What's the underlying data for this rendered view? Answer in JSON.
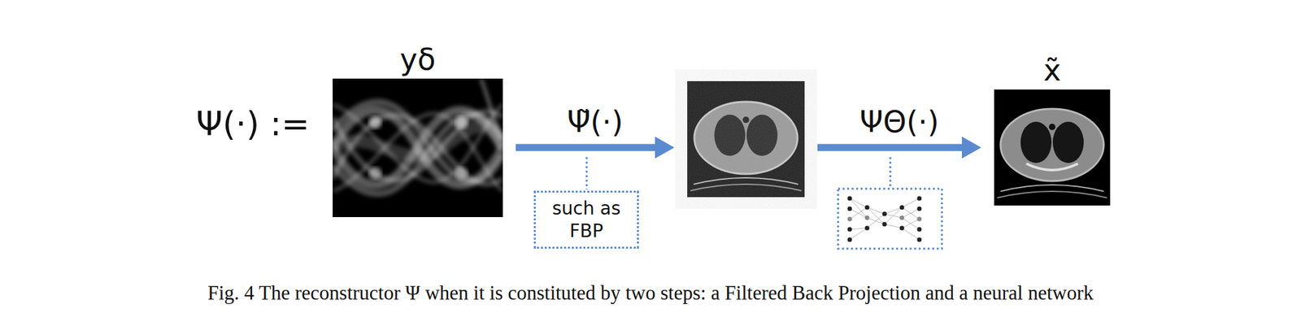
{
  "diagram": {
    "caption": "Fig. 4 The reconstructor Ψ when it is constituted by two steps: a Filtered Back Projection and a neural network",
    "nodes": [
      {
        "text": [
          "yδ"
        ]
      },
      {
        "text": []
      },
      {
        "text": [
          "x̃"
        ]
      },
      {
        "text": [
          "such as FBP"
        ]
      }
    ],
    "edges": [
      {
        "from": 0,
        "to": 1,
        "label": "Ψ̃(·)",
        "arrow": "to"
      },
      {
        "from": 1,
        "to": 2,
        "label": "ΨΘ(·)",
        "arrow": "to"
      }
    ],
    "labels": [
      "Ψ(·) :="
    ]
  }
}
